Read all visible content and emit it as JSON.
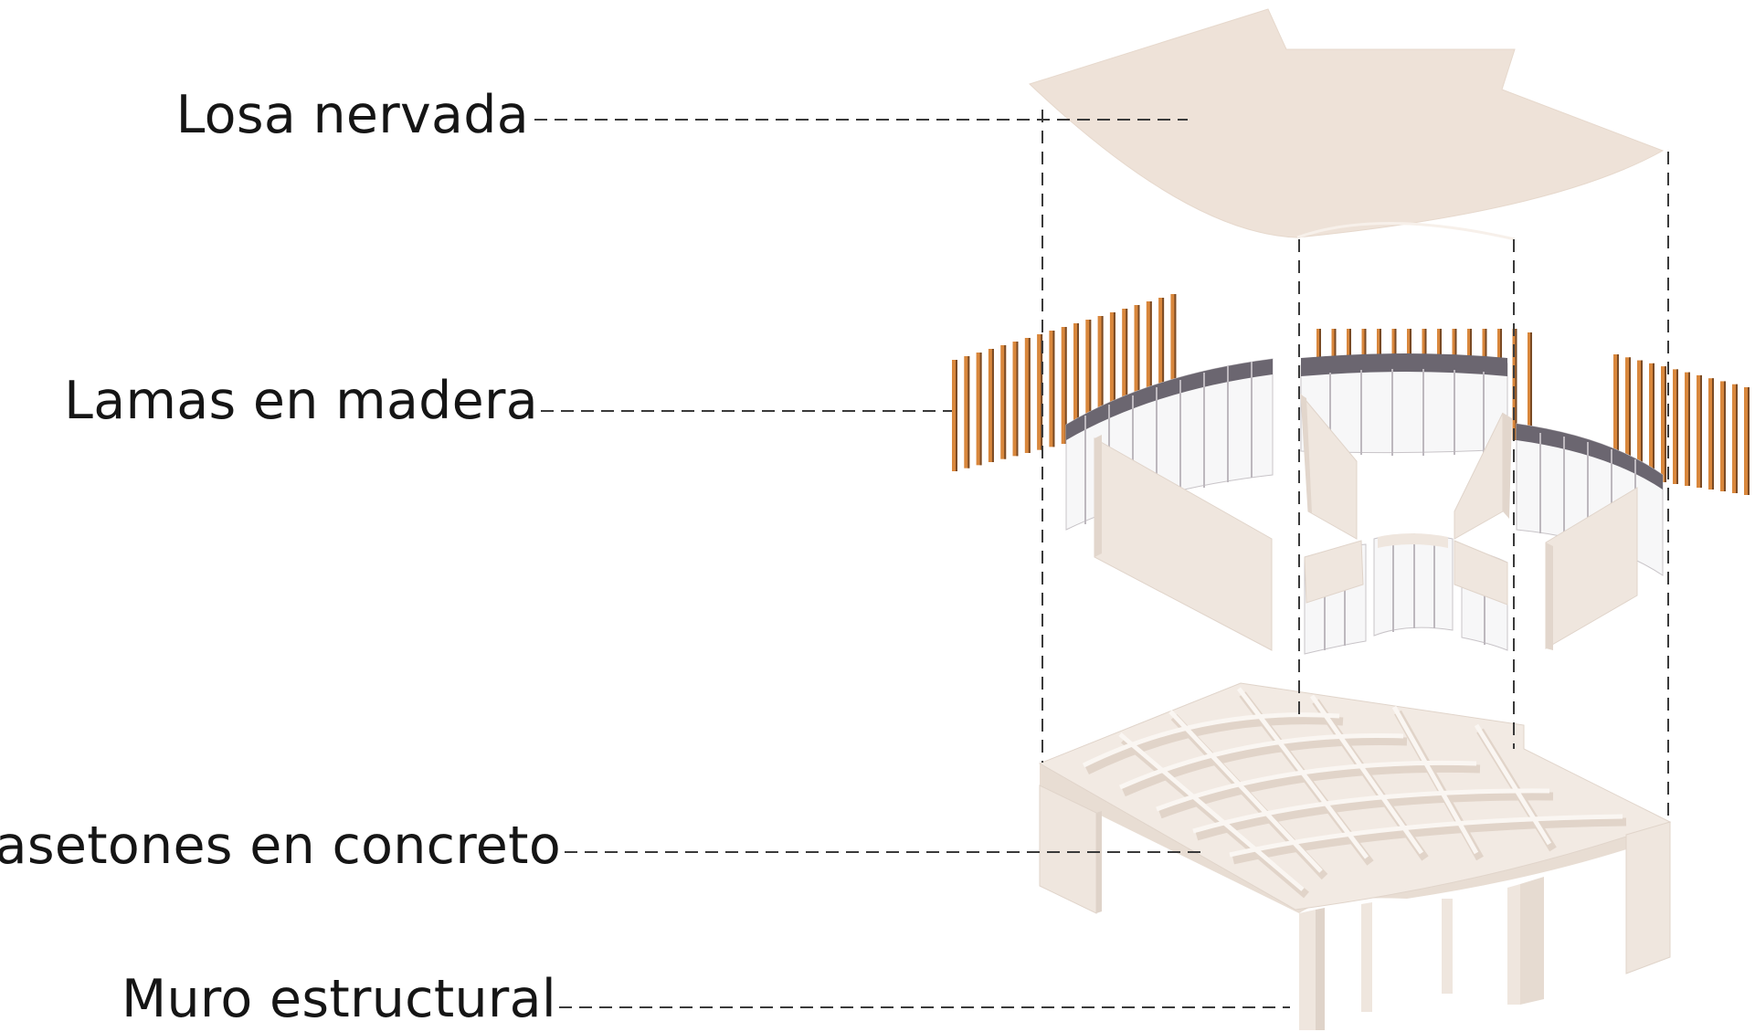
{
  "labels": {
    "losa": "Losa nervada",
    "lamas": "Lamas en madera",
    "casetones": "Casetones en concreto",
    "muro": "Muro estructural"
  },
  "colors": {
    "slab": "#eee2d8",
    "concrete": "#f1e9e2",
    "concrete_shadow": "#e2d6cc",
    "wood": "#d9873c",
    "wood_dark": "#7a4a24",
    "glass": "#f7f7f8",
    "mullion": "#6b6670",
    "leader": "#3a3a3a"
  }
}
